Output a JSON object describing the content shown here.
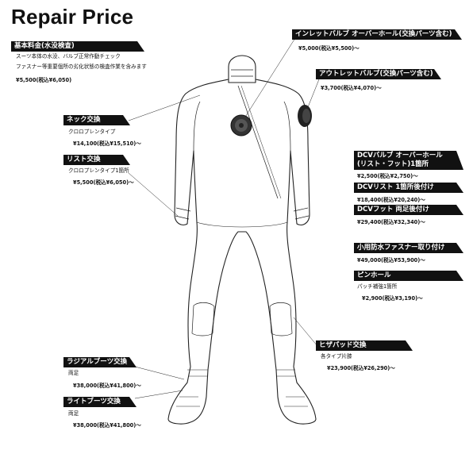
{
  "title": "Repair Price",
  "basic": {
    "tag": "基本料金(水没検査)",
    "line1": "スーツ本体の水没、バルブ正常作動チェック",
    "line2": "ファスナー等重要個所の劣化状態の検査作業を含みます",
    "price": "¥5,500(税込¥6,050)"
  },
  "neck": {
    "tag": "ネック交換",
    "desc": "クロロプレンタイプ",
    "price": "¥14,100(税込¥15,510)～"
  },
  "wrist": {
    "tag": "リスト交換",
    "desc": "クロロプレンタイプ1箇所",
    "price": "¥5,500(税込¥6,050)～"
  },
  "radial": {
    "tag": "ラジアルブーツ交換",
    "desc": "両足",
    "price": "¥38,000(税込¥41,800)～"
  },
  "light": {
    "tag": "ライトブーツ交換",
    "desc": "両足",
    "price": "¥38,000(税込¥41,800)～"
  },
  "inlet": {
    "tag": "インレットバルブ オーバーホール(交換パーツ含む)",
    "price": "¥5,000(税込¥5,500)～"
  },
  "outlet": {
    "tag": "アウトレットバルブ(交換パーツ含む)",
    "price": "¥3,700(税込¥4,070)～"
  },
  "dcv": {
    "tag1": "DCVバルブ オーバーホール",
    "tag2": "(リスト・フット)1箇所",
    "price": "¥2,500(税込¥2,750)～"
  },
  "dcv_wrist": {
    "tag": "DCVリスト 1箇所後付け",
    "price": "¥18,400(税込¥20,240)～"
  },
  "dcv_foot": {
    "tag": "DCVフット 両足後付け",
    "price": "¥29,400(税込¥32,340)～"
  },
  "zipper": {
    "tag": "小用防水ファスナー取り付け",
    "price": "¥49,000(税込¥53,900)～"
  },
  "pinhole": {
    "tag": "ピンホール",
    "desc": "パッチ補強1箇所",
    "price": "¥2,900(税込¥3,190)～"
  },
  "knee": {
    "tag": "ヒザパッド交換",
    "desc": "各タイプ片膝",
    "price": "¥23,900(税込¥26,290)～"
  }
}
